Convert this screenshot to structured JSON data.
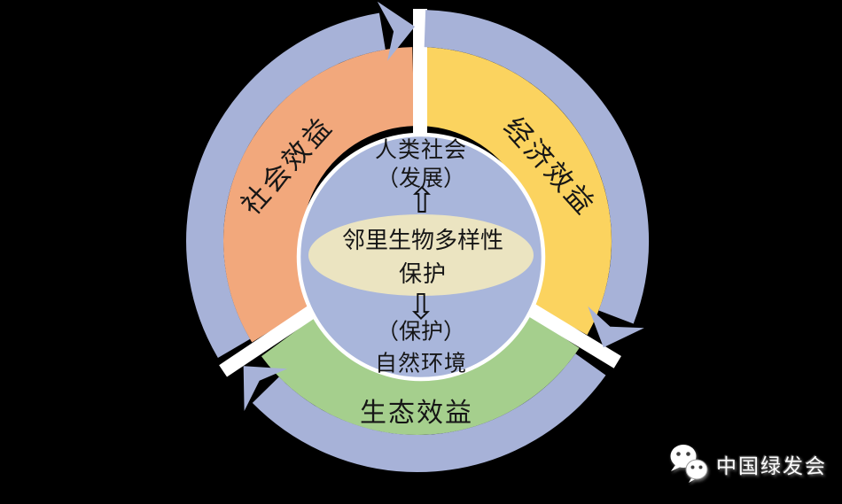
{
  "colors": {
    "background": "#000000",
    "ring_blue": "#a7b2d8",
    "circle_blue": "#a9b6db",
    "orange": "#f2a87c",
    "yellow": "#fbd35f",
    "green": "#a5cf8d",
    "cream": "#ebe4c1",
    "separator_white": "#ffffff",
    "eye_dark": "#3d3d3d",
    "bubble_white": "#ffffff"
  },
  "ring": {
    "social_label": "社会效益",
    "economic_label": "经济效益",
    "ecological_label": "生态效益"
  },
  "center": {
    "top_line1": "人类社会",
    "top_line2": "（发展）",
    "up_arrow": "⇧",
    "core_line1": "邻里生物多样性",
    "core_line2": "保护",
    "down_arrow": "⇩",
    "bottom_line1": "（保护）",
    "bottom_line2": "自然环境"
  },
  "watermark": {
    "text": "中国绿发会",
    "icon": "wechat-bubbles-icon"
  }
}
